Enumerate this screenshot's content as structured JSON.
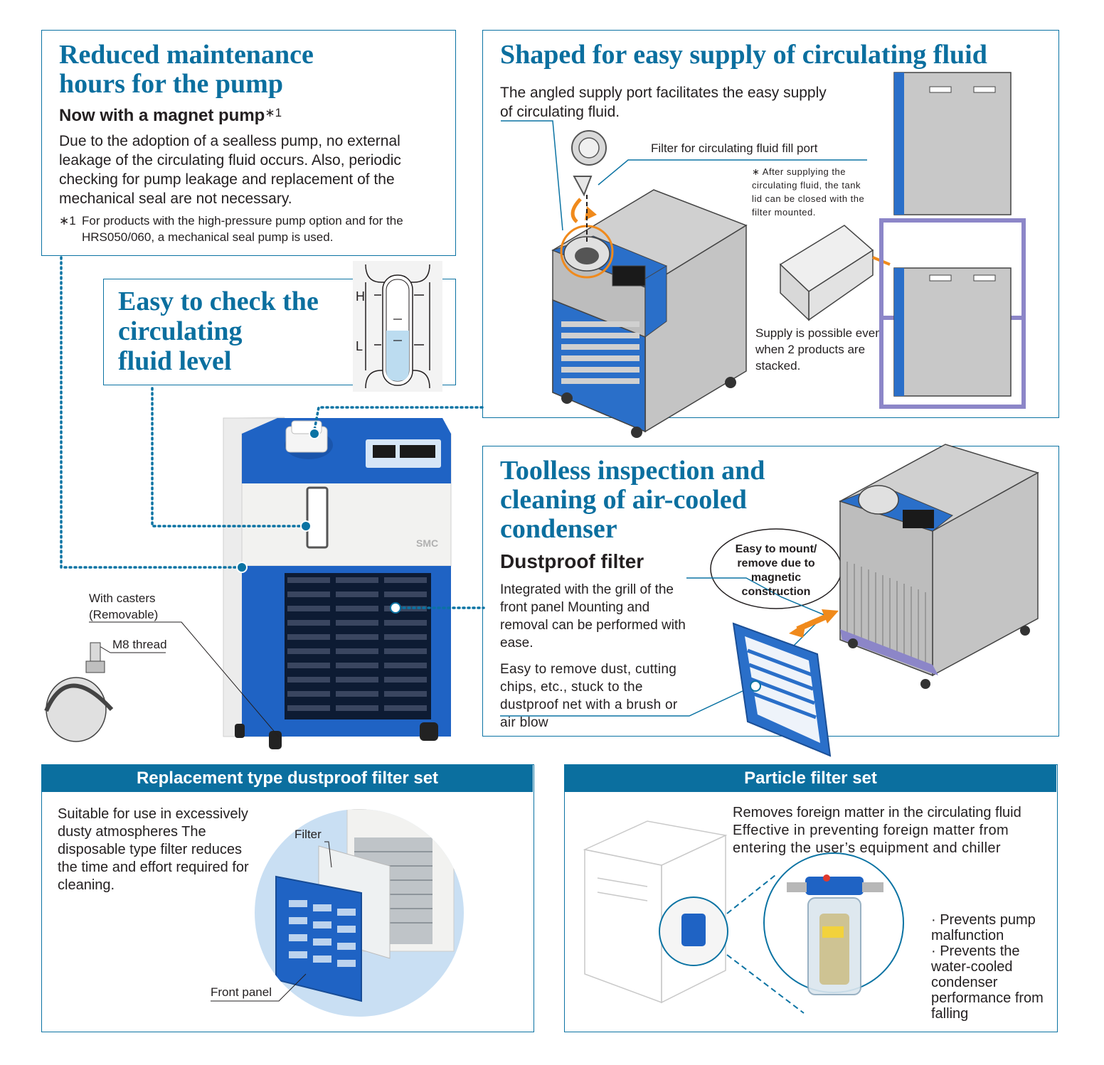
{
  "maintenance": {
    "title_line1": "Reduced maintenance",
    "title_line2": "hours for the pump",
    "subtitle": "Now with a magnet pump",
    "subtitle_note": "∗1",
    "body": "Due to the adoption of a sealless pump, no external leakage of the circulating fluid occurs. Also, periodic checking for pump leakage and replacement of the mechanical seal are not necessary.",
    "footnote_mark": "∗1",
    "footnote": "For products with the high-pressure pump option and for the HRS050/060, a mechanical seal pump is used."
  },
  "fluid_level": {
    "title_line1": "Easy to check the",
    "title_line2": "circulating",
    "title_line3": "fluid level",
    "gauge_high": "H",
    "gauge_low": "L"
  },
  "supply": {
    "title": "Shaped for easy supply of circulating fluid",
    "body": "The angled supply port facilitates the easy supply of circulating fluid.",
    "filter_label": "Filter for circulating fluid fill port",
    "note": "∗ After supplying the circulating fluid, the tank lid can be closed with the filter mounted.",
    "stacked_note": "Supply is possible even when 2 products are stacked."
  },
  "toolless": {
    "title_line1": "Toolless inspection and",
    "title_line2": "cleaning of air-cooled",
    "title_line3": "condenser",
    "subtitle": "Dustproof filter",
    "body1": "Integrated with the grill of the front panel Mounting and removal can be performed with ease.",
    "body2": "Easy to remove dust, cutting chips, etc., stuck to the dustproof net with a brush or air blow",
    "bubble": "Easy to mount/ remove due to magnetic construction"
  },
  "casters": {
    "label": "With casters (Removable)",
    "thread": "M8 thread"
  },
  "product": {
    "brand": "SMC"
  },
  "replacement": {
    "header": "Replacement type dustproof filter set",
    "body": "Suitable for use in excessively dusty atmospheres The disposable type filter reduces the time and effort required for cleaning.",
    "filter_label": "Filter",
    "panel_label": "Front panel"
  },
  "particle": {
    "header": "Particle filter set",
    "line1": "Removes foreign matter in the circulating fluid",
    "line2": "Effective in preventing foreign matter from entering the user’s equipment and chiller",
    "bullets": [
      "· Prevents pump malfunction",
      "· Prevents the water-cooled condenser performance from falling"
    ]
  },
  "colors": {
    "accent": "#0b6f9f",
    "product_blue": "#1b63c6",
    "arrow_orange": "#f08a1c"
  }
}
